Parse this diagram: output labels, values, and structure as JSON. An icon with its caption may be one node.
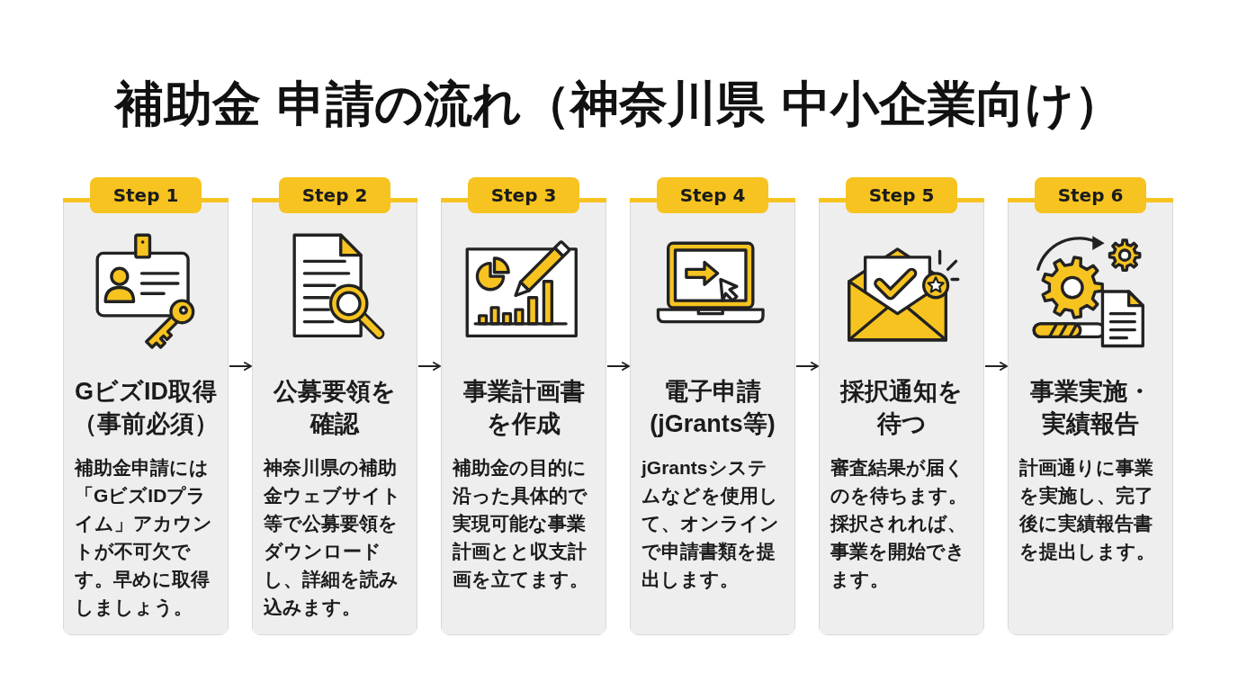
{
  "diagram": {
    "title": "補助金 申請の流れ（神奈川県 中小企業向け）",
    "nodes": [
      {
        "text": [
          "Step 1",
          "GビズID取得（事前必須）",
          "補助金申請には「GビズIDプライム」アカウントが不可欠です。早めに取得しましょう。"
        ]
      },
      {
        "text": [
          "Step 2",
          "公募要領を確認",
          "神奈川県の補助金ウェブサイト等で公募要領をダウンロードし、詳細を読み込みます。"
        ]
      },
      {
        "text": [
          "Step 3",
          "事業計画書を作成",
          "補助金の目的に沿った具体的で実現可能な事業計画とと収支計画を立てます。"
        ]
      },
      {
        "text": [
          "Step 4",
          "電子申請(jGrants等)",
          "jGrantsシステムなどを使用して、オンラインで申請書類を提出します。"
        ]
      },
      {
        "text": [
          "Step 5",
          "採択通知を待つ",
          "審査結果が届くのを待ちます。採択されれば、事業を開始できます。"
        ]
      },
      {
        "text": [
          "Step 6",
          "事業実施・実績報告",
          "計画通りに事業を実施し、完了後に実績報告書を提出します。"
        ]
      }
    ],
    "edges": [
      {
        "from": 0,
        "to": 1,
        "arrow": "to"
      },
      {
        "from": 1,
        "to": 2,
        "arrow": "to"
      },
      {
        "from": 2,
        "to": 3,
        "arrow": "to"
      },
      {
        "from": 3,
        "to": 4,
        "arrow": "to"
      },
      {
        "from": 4,
        "to": 5,
        "arrow": "to"
      }
    ]
  }
}
